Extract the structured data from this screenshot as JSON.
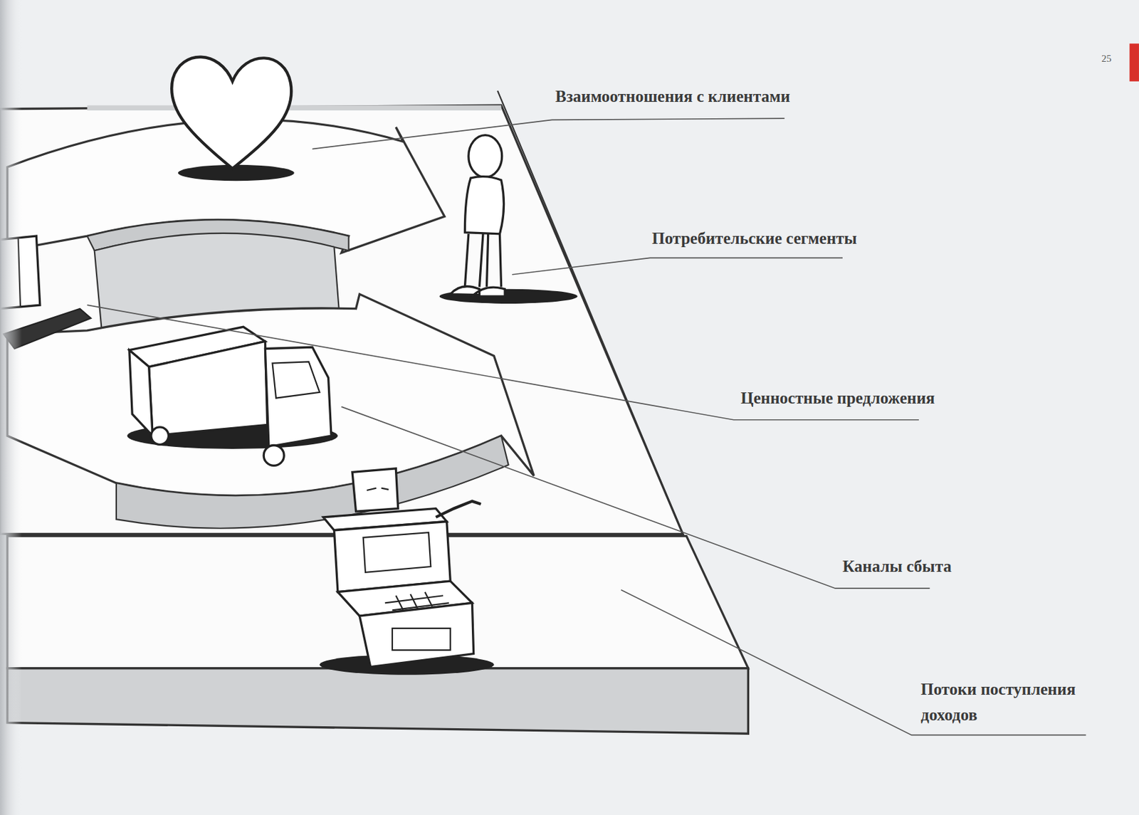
{
  "diagram": {
    "labels": [
      "25",
      "Взаимоотношения с клиентами",
      "Потребительские сегменты",
      "Ценностные предложения",
      "Каналы сбыта",
      "Потоки поступления доходов"
    ]
  }
}
